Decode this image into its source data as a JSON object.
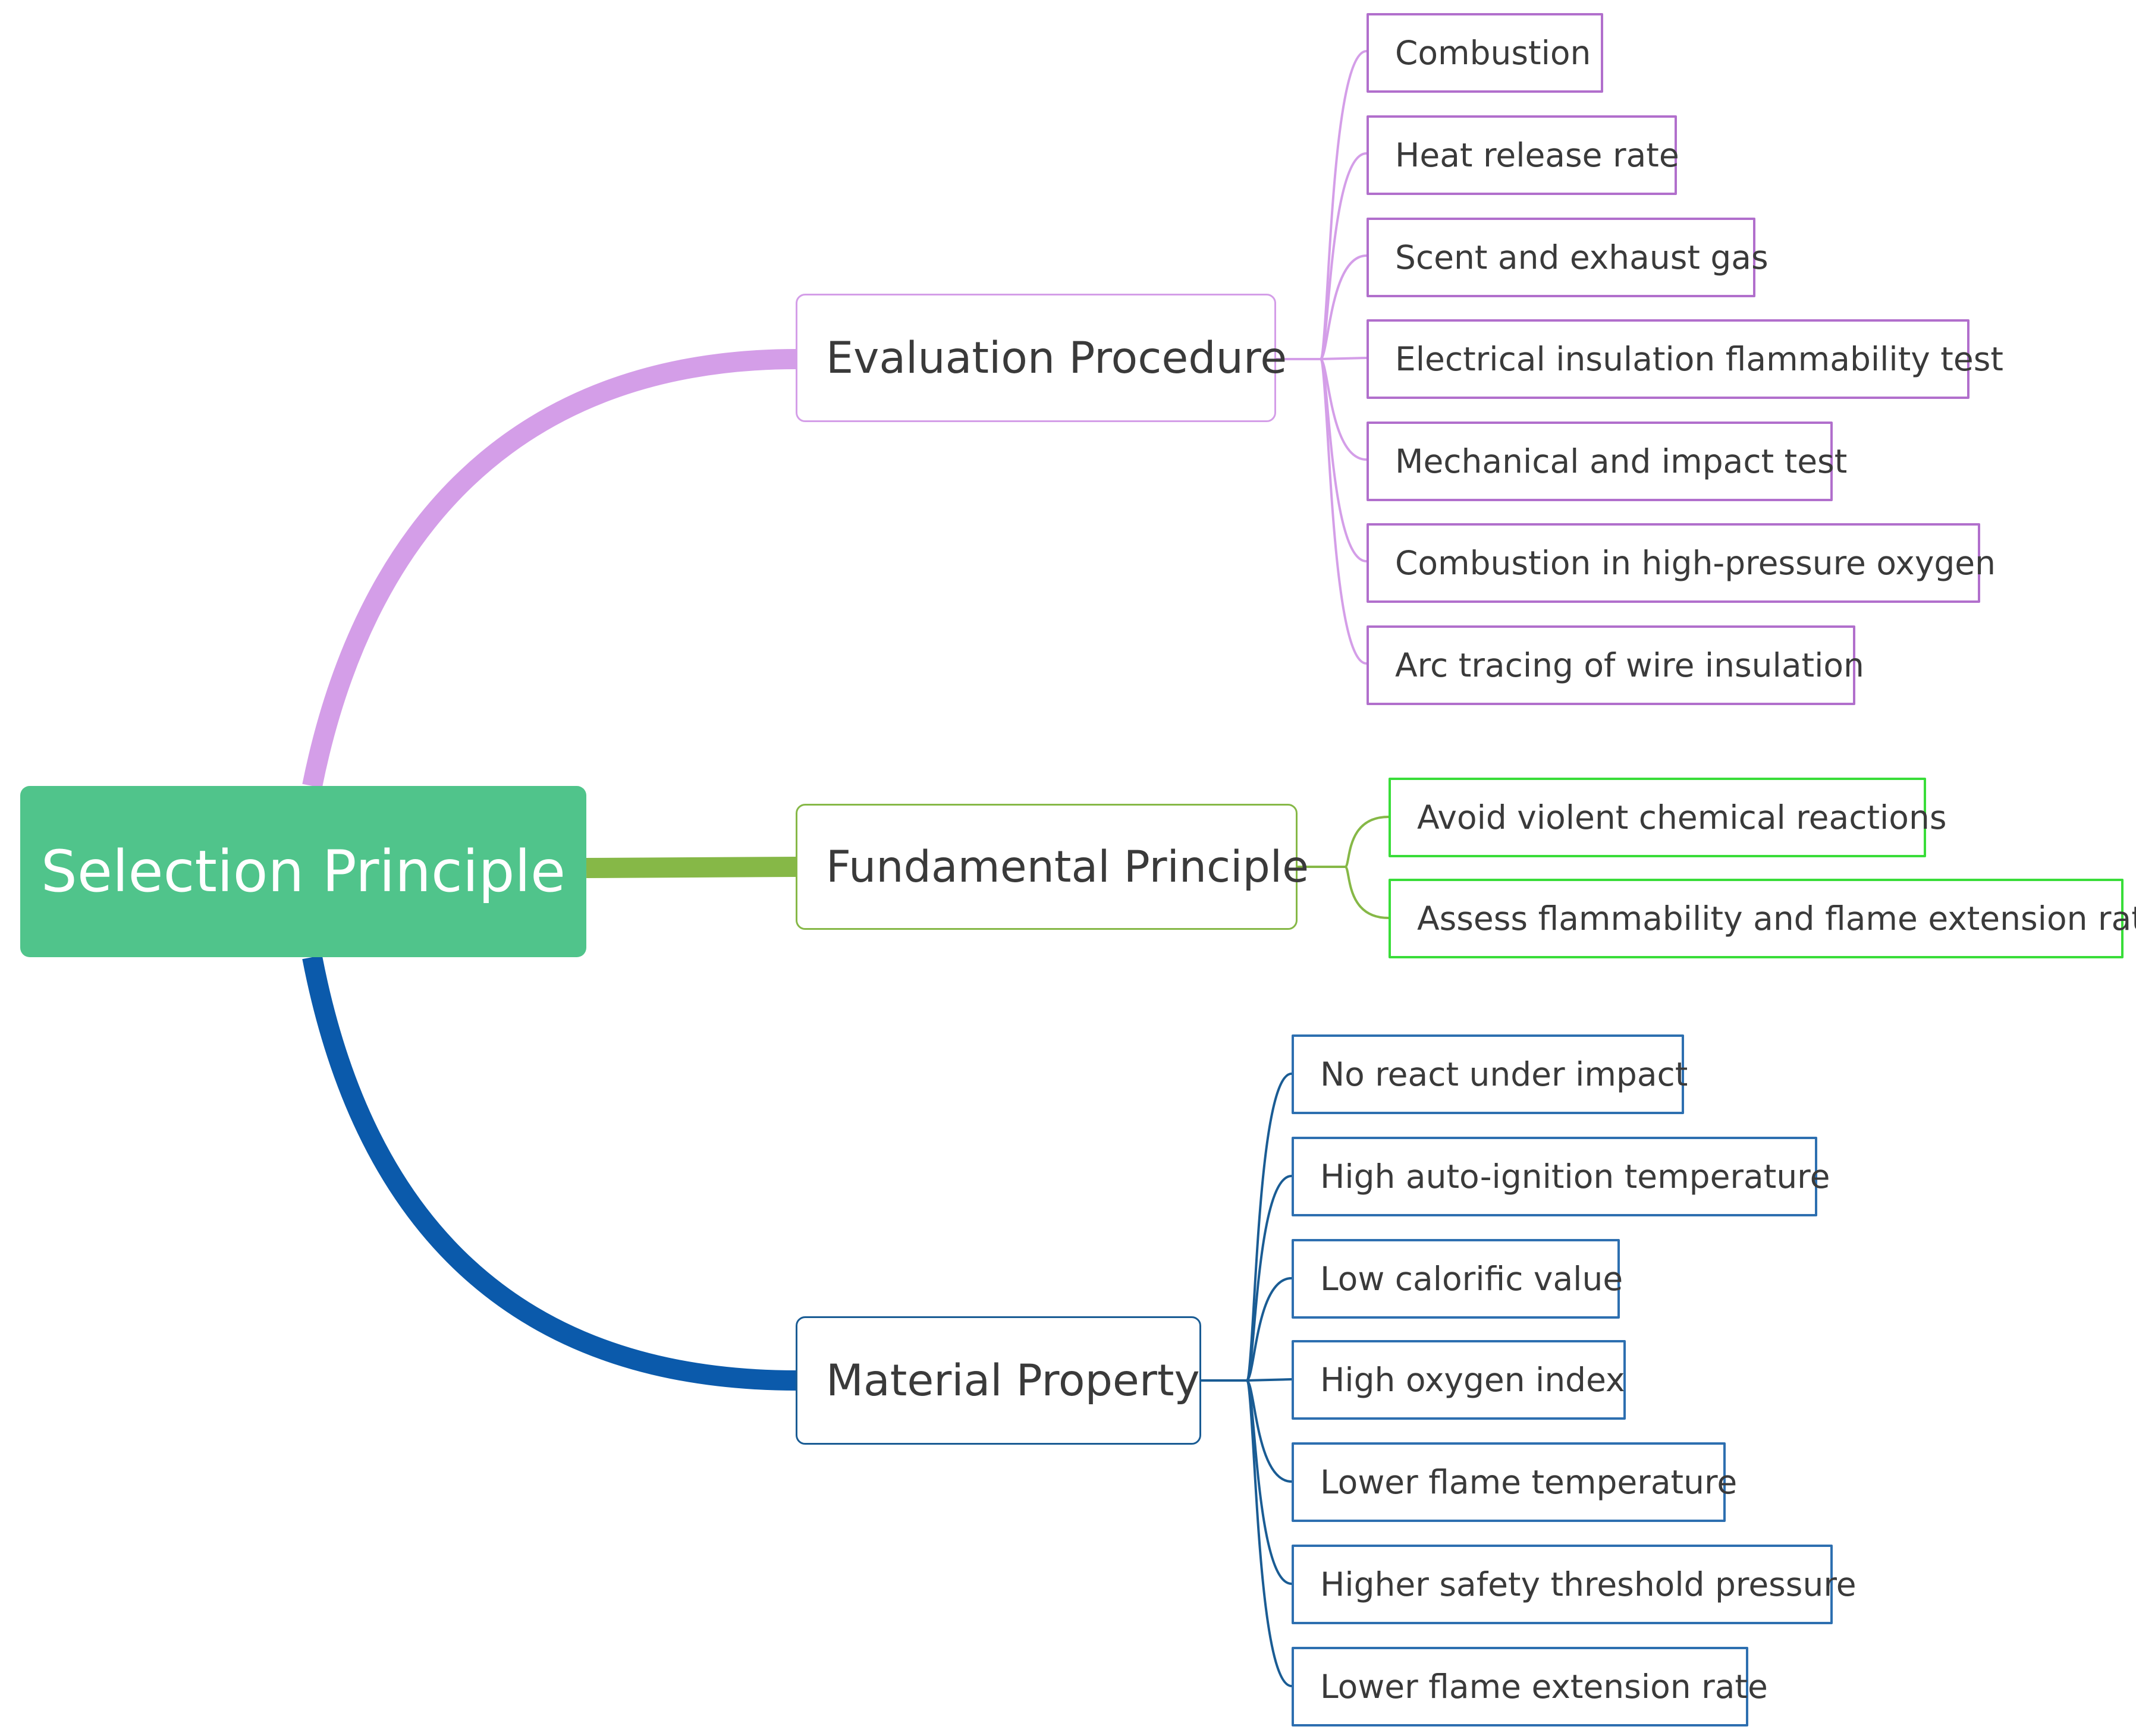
{
  "root": {
    "label": "Selection Principle"
  },
  "colors": {
    "root_fill": "#50c48b",
    "evaluation": "#d49ee8",
    "fundamental": "#86b847",
    "material": "#1a5c94",
    "evaluation_leaf_border": "#b16fcc",
    "fundamental_leaf_border": "#39dd39",
    "material_leaf_border": "#2d6fb0"
  },
  "branches": [
    {
      "label": "Evaluation Procedure",
      "children": [
        "Combustion",
        "Heat release rate",
        "Scent and exhaust gas",
        "Electrical insulation flammability test",
        "Mechanical and impact test",
        "Combustion in high-pressure oxygen",
        "Arc tracing of wire insulation"
      ]
    },
    {
      "label": "Fundamental Principle",
      "children": [
        "Avoid violent chemical reactions",
        "Assess flammability and flame extension rate"
      ]
    },
    {
      "label": "Material Property",
      "children": [
        "No react under impact",
        "High auto-ignition temperature",
        "Low calorific value",
        "High oxygen index",
        "Lower flame temperature",
        "Higher safety threshold pressure",
        "Lower flame extension rate"
      ]
    }
  ]
}
